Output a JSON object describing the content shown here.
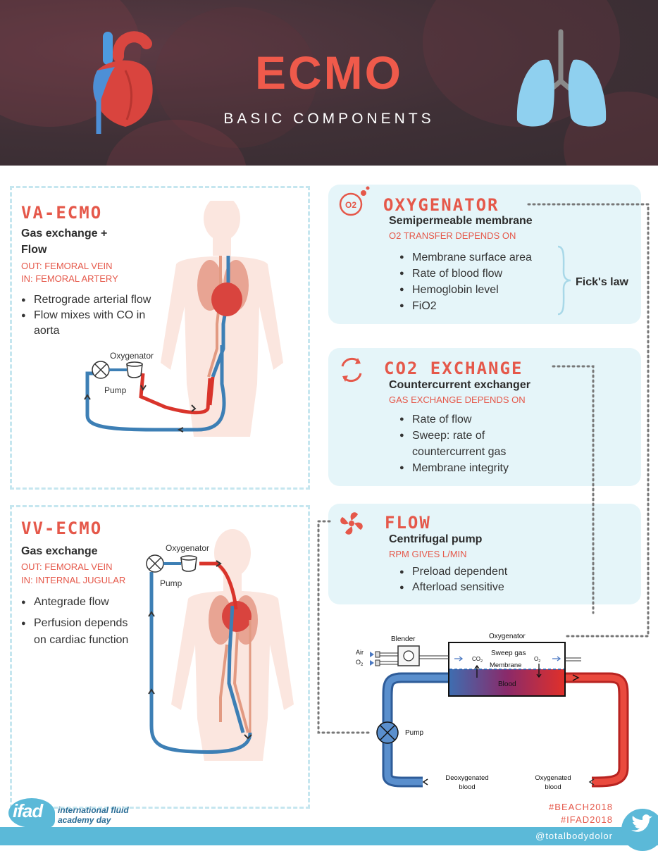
{
  "header": {
    "title": "ECMO",
    "subtitle": "BASIC COMPONENTS"
  },
  "va": {
    "title": "VA-ECMO",
    "desc_line1": "Gas exchange +",
    "desc_line2": "Flow",
    "out": "OUT: FEMORAL VEIN",
    "in": "IN: FEMORAL ARTERY",
    "bullets": [
      "Retrograde arterial flow",
      "Flow mixes with CO in",
      "aorta"
    ],
    "label_oxygenator": "Oxygenator",
    "label_pump": "Pump"
  },
  "vv": {
    "title": "VV-ECMO",
    "desc": "Gas exchange",
    "out": "OUT: FEMORAL VEIN",
    "in": "IN: INTERNAL JUGULAR",
    "bullets": [
      "Antegrade flow",
      "Perfusion depends",
      "on cardiac function"
    ],
    "label_oxygenator": "Oxygenator",
    "label_pump": "Pump"
  },
  "oxygenator": {
    "icon_text": "O2",
    "title": "OXYGENATOR",
    "subtitle": "Semipermeable membrane",
    "depends": "O2 TRANSFER DEPENDS ON",
    "bullets": [
      "Membrane surface area",
      "Rate of blood flow",
      "Hemoglobin level",
      "FiO2"
    ],
    "law": "Fick's law"
  },
  "co2": {
    "title": "CO2 EXCHANGE",
    "subtitle": "Countercurrent exchanger",
    "depends": "GAS EXCHANGE DEPENDS ON",
    "bullets": [
      "Rate of flow",
      "Sweep: rate of",
      "countercurrent gas",
      "Membrane integrity"
    ]
  },
  "flow": {
    "title": "FLOW",
    "subtitle": "Centrifugal pump",
    "depends": "RPM GIVES L/MIN",
    "bullets": [
      "Preload dependent",
      "Afterload sensitive"
    ]
  },
  "circuit": {
    "blender": "Blender",
    "air": "Air",
    "o2": "O",
    "o2_sub": "2",
    "oxygenator": "Oxygenator",
    "sweep_gas": "Sweep gas",
    "membrane": "Membrane",
    "co2": "CO",
    "co2_sub": "2",
    "o2_right": "O",
    "o2_right_sub": "2",
    "blood": "Blood",
    "pump": "Pump",
    "deoxy1": "Deoxygenated",
    "deoxy2": "blood",
    "oxy1": "Oxygenated",
    "oxy2": "blood"
  },
  "footer": {
    "logo_short": "ifad",
    "logo_line1": "international fluid",
    "logo_line2": "academy day",
    "hashtag1": "#BEACH2018",
    "hashtag2": "#IFAD2018",
    "handle": "@totalbodydolor"
  },
  "colors": {
    "accent_red": "#e5584a",
    "vein_blue": "#3d7fb5",
    "artery_red": "#d9342b",
    "card_bg": "#e5f5f9",
    "footer_blue": "#5bb9d8"
  }
}
